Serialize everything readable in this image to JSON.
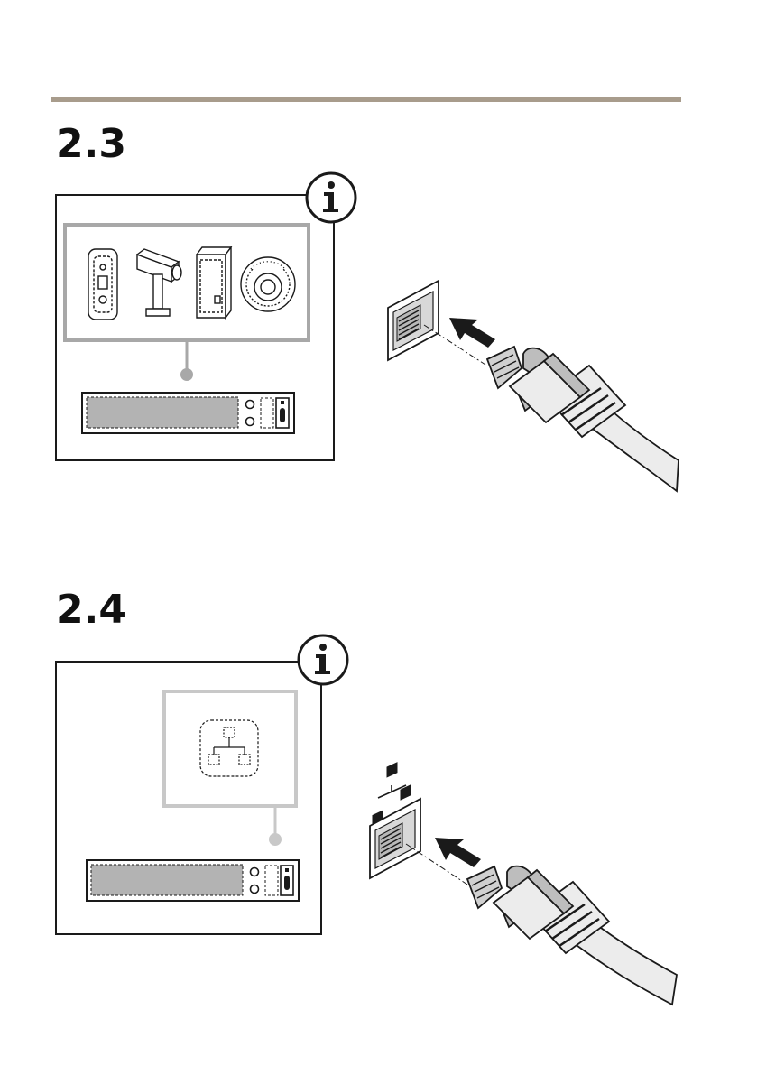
{
  "steps": [
    {
      "number": "2.3",
      "info_icon": "info-icon",
      "illustration": "connect-camera-device-to-network-port"
    },
    {
      "number": "2.4",
      "info_icon": "info-icon",
      "illustration": "connect-network-cable-to-port"
    }
  ],
  "colors": {
    "rule": "#a89c8c",
    "frame_gray": "#a8a8a8",
    "frame_light_gray": "#c8c8c8",
    "slot_fill": "#b3b3b3",
    "line": "#1a1a1a",
    "cable_fill": "#ececec",
    "plug_fill": "#bdbdbd"
  }
}
